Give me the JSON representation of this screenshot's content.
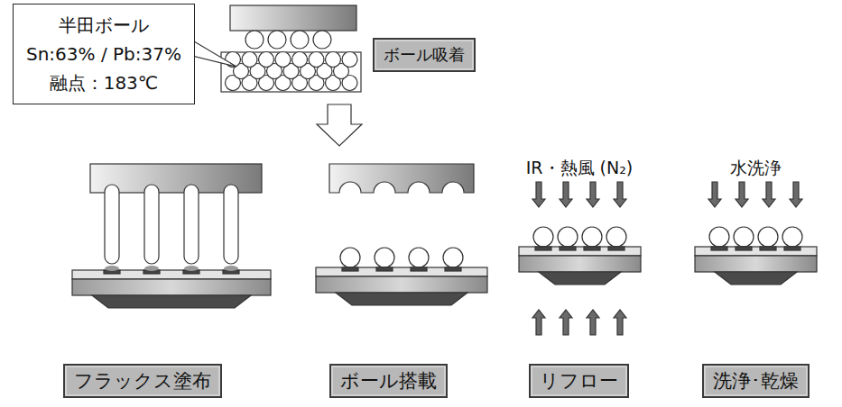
{
  "diagram": {
    "nodes": [
      {
        "text": [
          "半田ボール",
          "Sn:63% / Pb:37%",
          "融点：183℃"
        ]
      },
      {
        "text": [
          "ボール吸着"
        ]
      },
      {
        "text": [
          "フラックス塗布"
        ]
      },
      {
        "text": [
          "ボール搭載"
        ]
      },
      {
        "text": [
          "リフロー"
        ]
      },
      {
        "text": [
          "洗浄･乾燥"
        ]
      }
    ],
    "labels": [
      "IR・熱風 (N₂)",
      "水洗浄"
    ]
  }
}
